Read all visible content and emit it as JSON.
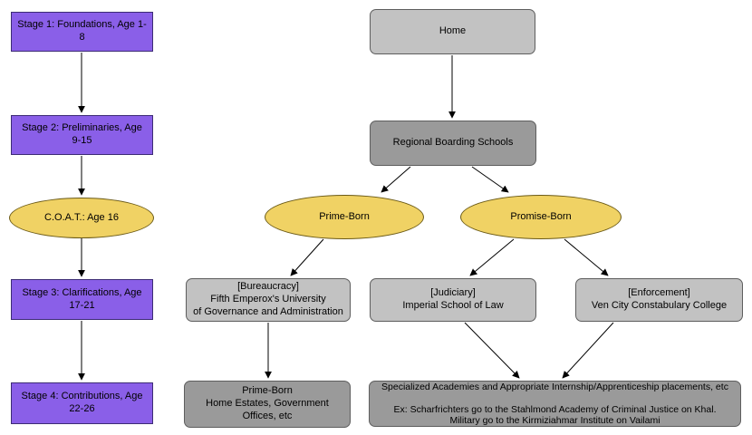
{
  "colors": {
    "stage_fill": "#8A5FE8",
    "stage_border": "#3d2c75",
    "milestone_fill": "#F0D264",
    "milestone_border": "#6b5a16",
    "light_gray_fill": "#C2C2C2",
    "mid_gray_fill": "#9A9A9A",
    "gray_border": "#5e5e5e",
    "arrow": "#000000",
    "background": "#ffffff"
  },
  "nodes": {
    "stage1": "Stage 1: Foundations, Age 1-8",
    "stage2": "Stage 2: Preliminaries, Age 9-15",
    "coat": "C.O.A.T.: Age 16",
    "stage3": "Stage 3: Clarifications, Age 17-21",
    "stage4": "Stage 4: Contributions, Age 22-26",
    "home": "Home",
    "regional_boarding_schools": "Regional Boarding Schools",
    "prime_born": "Prime-Born",
    "promise_born": "Promise-Born",
    "bureaucracy": "[Bureaucracy]\nFifth Emperox's University\nof Governance and Administration",
    "judiciary": "[Judiciary]\nImperial School of Law",
    "enforcement": "[Enforcement]\nVen City Constabulary College",
    "prime_born_placement": "Prime-Born\nHome Estates, Government Offices, etc",
    "specialized_academies": "Specialized Academies and Appropriate Internship/Apprenticeship placements, etc\n\nEx: Scharfrichters go to the Stahlmond Academy of Criminal Justice on Khal.\nMilitary go to the Kirmiziahmar Institute on Vailami"
  },
  "edges": [
    {
      "from": "stage1",
      "to": "stage2"
    },
    {
      "from": "stage2",
      "to": "coat"
    },
    {
      "from": "coat",
      "to": "stage3"
    },
    {
      "from": "stage3",
      "to": "stage4"
    },
    {
      "from": "home",
      "to": "regional_boarding_schools"
    },
    {
      "from": "regional_boarding_schools",
      "to": "prime_born"
    },
    {
      "from": "regional_boarding_schools",
      "to": "promise_born"
    },
    {
      "from": "prime_born",
      "to": "bureaucracy"
    },
    {
      "from": "promise_born",
      "to": "judiciary"
    },
    {
      "from": "promise_born",
      "to": "enforcement"
    },
    {
      "from": "bureaucracy",
      "to": "prime_born_placement"
    },
    {
      "from": "judiciary",
      "to": "specialized_academies"
    },
    {
      "from": "enforcement",
      "to": "specialized_academies"
    }
  ]
}
